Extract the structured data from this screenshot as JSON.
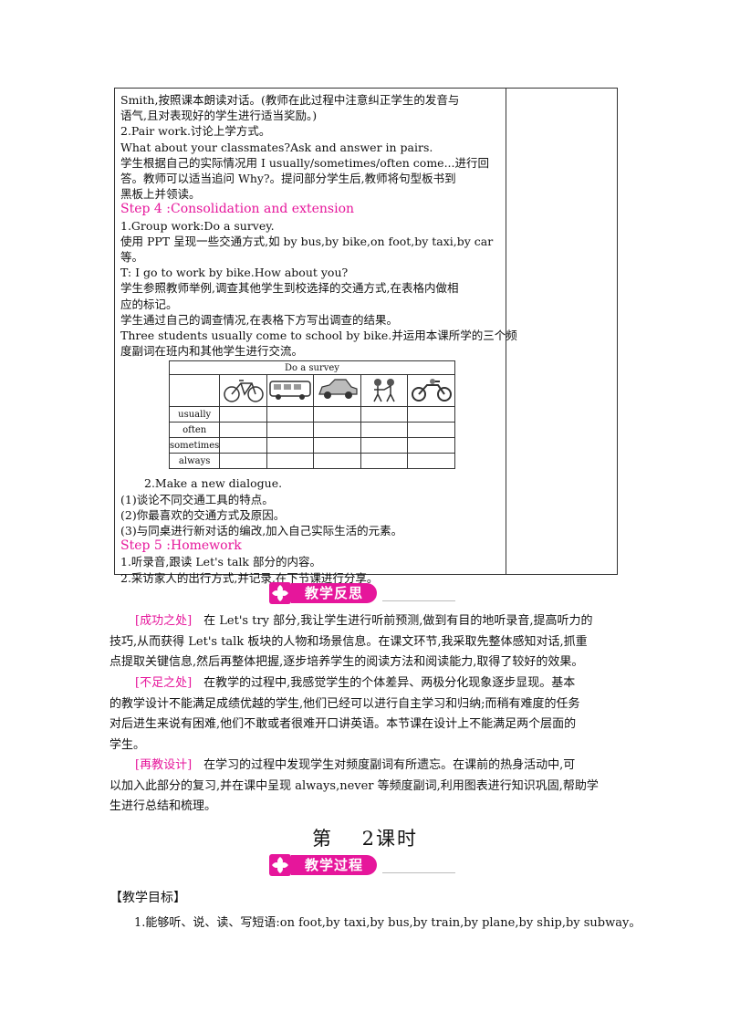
{
  "table_lines": [
    "Smith,按照课本朗读对话。(教师在此过程中注意纠正学生的发音与",
    "语气,且对表现好的学生进行适当奖励。)",
    "2.Pair work.讨论上学方式。",
    "What about your classmates?Ask and answer in pairs.",
    "学生根据自己的实际情况用 I usually/sometimes/often come...进行回",
    "答。教师可以适当追问 Why?。提问部分学生后,教师将句型板书到",
    "黑板上并领读。"
  ],
  "step4": "Step 4 :Consolidation and extension",
  "step4_lines": [
    "1.Group work:Do a survey.",
    "使用 PPT 呈现一些交通方式,如 by bus,by bike,on foot,by taxi,by car",
    "等。",
    "T: I go to work by bike.How about you?",
    "学生参照教师举例,调查其他学生到校选择的交通方式,在表格内做相",
    "应的标记。",
    "学生通过自己的调查情况,在表格下方写出调查的结果。",
    "Three students usually come to school by bike.并运用本课所学的三个频",
    "度副词在班内和其他学生进行交流。"
  ],
  "survey": {
    "title": "Do a survey",
    "icons": [
      "bike-icon",
      "bus-icon",
      "car-icon",
      "walking-kids-icon",
      "motorbike-icon"
    ],
    "rows": [
      "usually",
      "often",
      "sometimes",
      "always"
    ]
  },
  "after_survey": [
    "2.Make a new dialogue.",
    "(1)谈论不同交通工具的特点。",
    "(2)你最喜欢的交通方式及原因。",
    "(3)与同桌进行新对话的编改,加入自己实际生活的元素。"
  ],
  "step5": "Step 5 :Homework",
  "step5_lines": [
    "1.听录音,跟读 Let's talk  部分的内容。",
    "2.采访家人的出行方式,并记录,在下节课进行分享。"
  ],
  "reflection_banner": "教学反思",
  "reflection": [
    {
      "tag": "[成功之处]",
      "lines": [
        "在 Let's try 部分,我让学生进行听前预测,做到有目的地听录音,提高听力的",
        "技巧,从而获得 Let's talk 板块的人物和场景信息。在课文环节,我采取先整体感知对话,抓重",
        "点提取关键信息,然后再整体把握,逐步培养学生的阅读方法和阅读能力,取得了较好的效果。"
      ]
    },
    {
      "tag": "[不足之处]",
      "lines": [
        "在教学的过程中,我感觉学生的个体差异、两极分化现象逐步显现。基本",
        "的教学设计不能满足成绩优越的学生,他们已经可以进行自主学习和归纳;而稍有难度的任务",
        "对后进生来说有困难,他们不敢或者很难开口讲英语。本节课在设计上不能满足两个层面的",
        "学生。"
      ]
    },
    {
      "tag": "[再教设计]",
      "lines": [
        "在学习的过程中发现学生对频度副词有所遗忘。在课前的热身活动中,可",
        "以加入此部分的复习,并在课中呈现 always,never 等频度副词,利用图表进行知识巩固,帮助学",
        "生进行总结和梳理。"
      ]
    }
  ],
  "lesson_title": "第　 2课时",
  "process_banner": "教学过程",
  "goals_heading": "【教学目标】",
  "goal_1": "1.能够听、说、读、写短语:on foot,by taxi,by bus,by train,by plane,by ship,by subway。",
  "accent_color": "#e6169b"
}
